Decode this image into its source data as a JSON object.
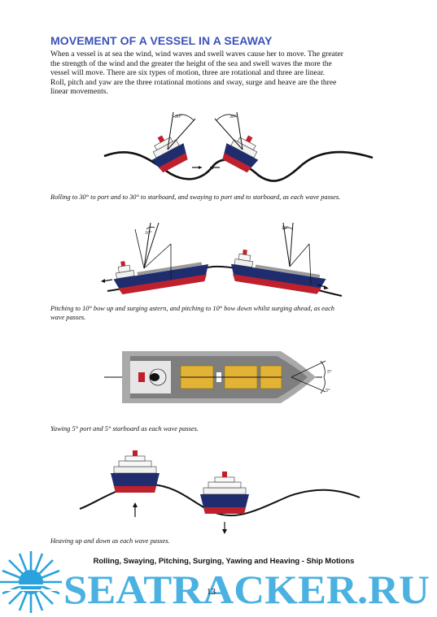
{
  "document": {
    "title": "MOVEMENT OF A VESSEL IN A SEAWAY",
    "intro": [
      "When a vessel is at sea the wind, wind waves and swell waves cause her to move.  The greater",
      "the strength of the wind and the greater the height of the sea and swell waves the more the",
      "vessel will move.  There are six types of motion, three are rotational and three are linear.",
      "Roll, pitch and yaw are the three rotational motions and sway, surge and heave are the three",
      "linear movements."
    ],
    "figures": {
      "rolling": {
        "angle_left": "30°",
        "angle_right": "30°",
        "caption": "Rolling to 30° to port and to 30° to starboard, and swaying to port and to starboard, as each wave passes."
      },
      "pitching": {
        "angle_left": "10°",
        "angle_right": "10°",
        "caption": [
          "Pitching to 10° bow up and surging astern, and pitching to 10° bow down whilst surging ahead, as each",
          "wave passes."
        ]
      },
      "yawing": {
        "angle_top": "5°",
        "angle_bottom": "5°",
        "caption": "Yawing 5° port and 5° starboard as each wave passes."
      },
      "heaving": {
        "caption": "Heaving up and down as each wave passes."
      }
    },
    "footer": "Rolling, Swaying, Pitching, Surging, Yawing and Heaving - Ship Motions",
    "page_number": "13",
    "watermark": "SEATRACKER.RU"
  },
  "colors": {
    "title": "#3a52b8",
    "hull_blue": "#1f2d6e",
    "hull_red": "#c0202c",
    "cargo": "#e3b336",
    "deck_grey": "#8a8a8a",
    "watermark": "#2aa3dc"
  }
}
